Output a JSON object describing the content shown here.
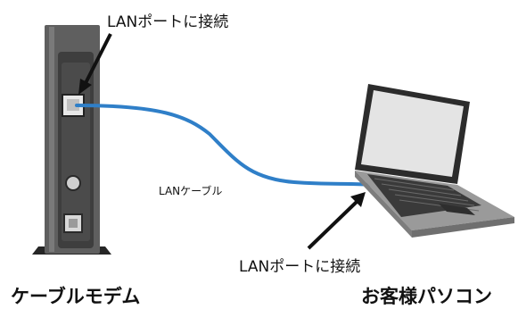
{
  "labels": {
    "top_callout": "LANポートに接続",
    "cable": "LANケーブル",
    "bottom_callout": "LANポートに接続",
    "modem": "ケーブルモデム",
    "pc": "お客様パソコン"
  },
  "colors": {
    "cable": "#2f7fc8",
    "modem_body": "#5f5f5f",
    "modem_front": "#3e3e3e",
    "laptop_body": "#9a9a9a",
    "arrow": "#111111"
  }
}
